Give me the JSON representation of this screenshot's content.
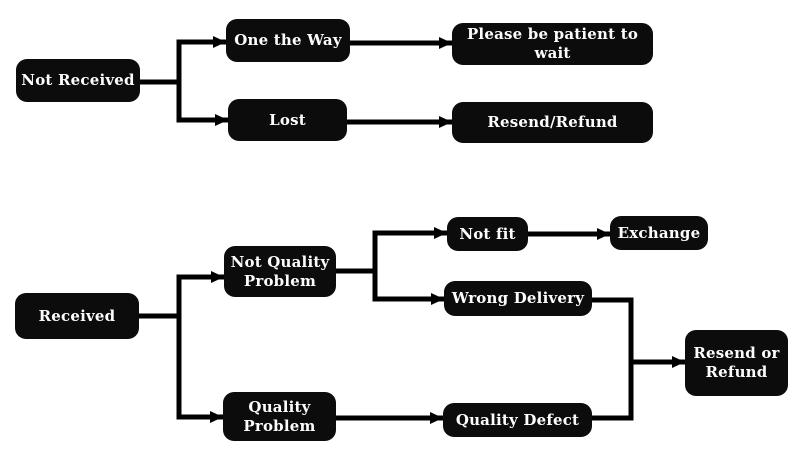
{
  "flowchart": {
    "colors": {
      "background": "#ffffff",
      "node_fill": "#0c0c0c",
      "node_text": "#fdfdfd",
      "connector": "#000000"
    },
    "nodes": {
      "not_received": {
        "label": "Not Received"
      },
      "one_the_way": {
        "label": "One the Way"
      },
      "lost": {
        "label": "Lost"
      },
      "please_wait": {
        "label": "Please be patient to wait"
      },
      "resend_refund": {
        "label": "Resend/Refund"
      },
      "received": {
        "label": "Received"
      },
      "not_quality_problem": {
        "label": "Not Quality Problem"
      },
      "quality_problem": {
        "label": "Quality Problem"
      },
      "not_fit": {
        "label": "Not fit"
      },
      "exchange": {
        "label": "Exchange"
      },
      "wrong_delivery": {
        "label": "Wrong Delivery"
      },
      "quality_defect": {
        "label": "Quality Defect"
      },
      "resend_or_refund": {
        "label": "Resend or Refund"
      }
    },
    "edges": [
      {
        "from": "Not Received",
        "to": "One the Way"
      },
      {
        "from": "Not Received",
        "to": "Lost"
      },
      {
        "from": "One the Way",
        "to": "Please be patient to wait"
      },
      {
        "from": "Lost",
        "to": "Resend/Refund"
      },
      {
        "from": "Received",
        "to": "Not Quality Problem"
      },
      {
        "from": "Received",
        "to": "Quality Problem"
      },
      {
        "from": "Not Quality Problem",
        "to": "Not fit"
      },
      {
        "from": "Not Quality Problem",
        "to": "Wrong Delivery"
      },
      {
        "from": "Not fit",
        "to": "Exchange"
      },
      {
        "from": "Wrong Delivery",
        "to": "Resend or Refund"
      },
      {
        "from": "Quality Problem",
        "to": "Quality Defect"
      },
      {
        "from": "Quality Defect",
        "to": "Resend or Refund"
      }
    ]
  }
}
